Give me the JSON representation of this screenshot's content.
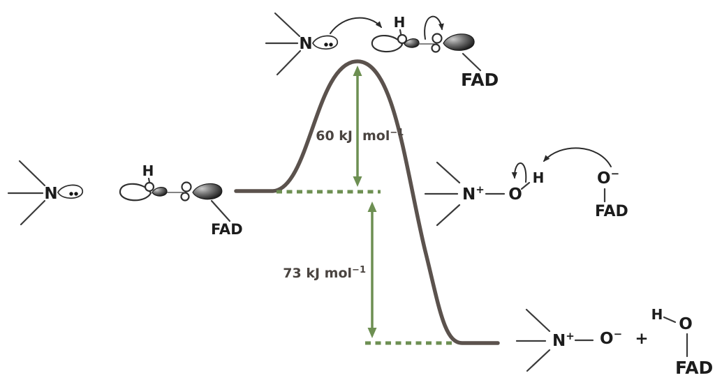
{
  "diagram": {
    "type": "reaction-coordinate-energy-diagram",
    "description": "Energy profile for amine oxidation by the FAD hydroperoxide (C4a-hydroperoxyflavin): amine + FAD-OOH over a 60 kJ/mol barrier to an N-oxide/FAD-O- pair, lying 73 kJ/mol below the reactants, giving amine N-oxide + FAD-OH",
    "colors": {
      "curve": "#5b524d",
      "green_accent": "#6d8f52",
      "structure_ink": "#2f2f2f",
      "energy_label_text": "#4a4440"
    },
    "energies": {
      "activation": {
        "value": 60,
        "unit": "kJ/mol",
        "left_text": "60 kJ",
        "right_base": "mol",
        "right_sup": "−1"
      },
      "reaction": {
        "value": 73,
        "unit": "kJ/mol",
        "base_text": "73 kJ mol",
        "sup": "−1"
      }
    },
    "species": {
      "transition_state": {
        "n": "N",
        "h": "H",
        "fad": "FAD"
      },
      "reactants": {
        "n": "N",
        "h": "H",
        "fad": "FAD"
      },
      "intermediate": {
        "n_base": "N",
        "n_sup": "+",
        "o": "O",
        "h": "H",
        "o2_base": "O",
        "o2_sup": "−",
        "fad": "FAD"
      },
      "products": {
        "n_base": "N",
        "n_sup": "+",
        "o1_base": "O",
        "o1_sup": "−",
        "plus": "+",
        "h": "H",
        "o2": "O",
        "fad": "FAD"
      }
    }
  }
}
